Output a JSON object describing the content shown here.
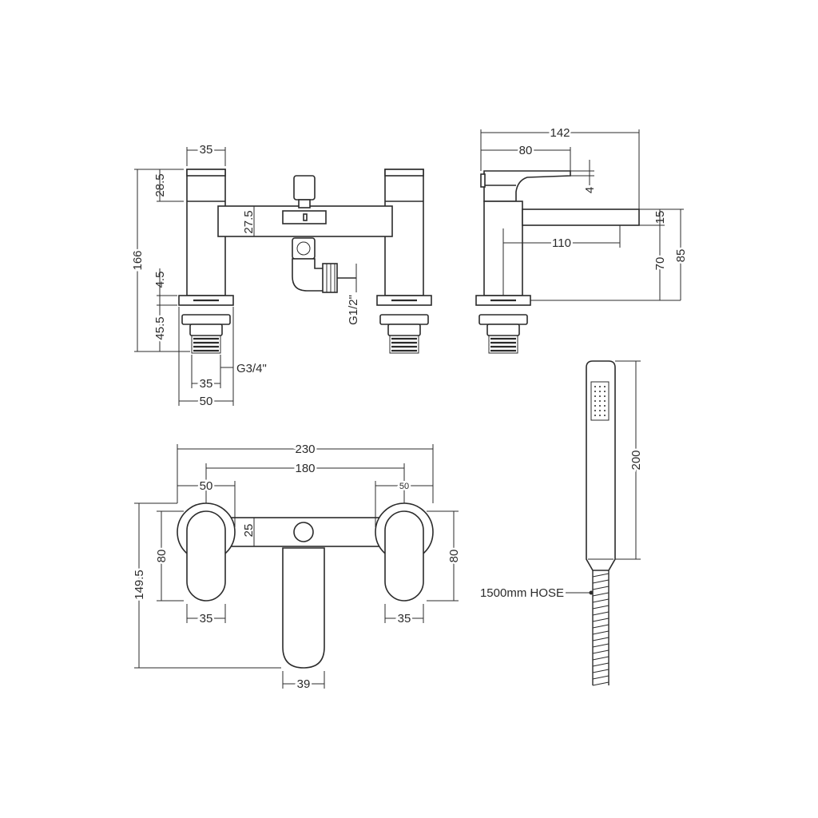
{
  "front_view": {
    "dims": {
      "spout_width": "35",
      "top_height": "28.5",
      "body_height": "27.5",
      "total_height": "166",
      "washer": "4.5",
      "tail_length": "45.5",
      "inlet_thread": "G1/2\"",
      "tail_thread": "G3/4\"",
      "tail_width": "35",
      "flange_width": "50"
    }
  },
  "side_view": {
    "dims": {
      "total_depth": "142",
      "lever_length": "80",
      "lever_gap": "4",
      "spout_thickness": "15",
      "spout_reach": "110",
      "spout_height": "70",
      "overall_height": "85"
    }
  },
  "plan_view": {
    "dims": {
      "total_width": "230",
      "centres": "180",
      "left_head": "50",
      "right_head": "50",
      "bar_thickness": "25",
      "left_depth": "80",
      "right_depth": "80",
      "total_depth": "149.5",
      "left_handle": "35",
      "right_handle": "35",
      "spout_width": "39"
    }
  },
  "handset": {
    "dims": {
      "length": "200"
    },
    "hose_label": "1500mm HOSE"
  }
}
